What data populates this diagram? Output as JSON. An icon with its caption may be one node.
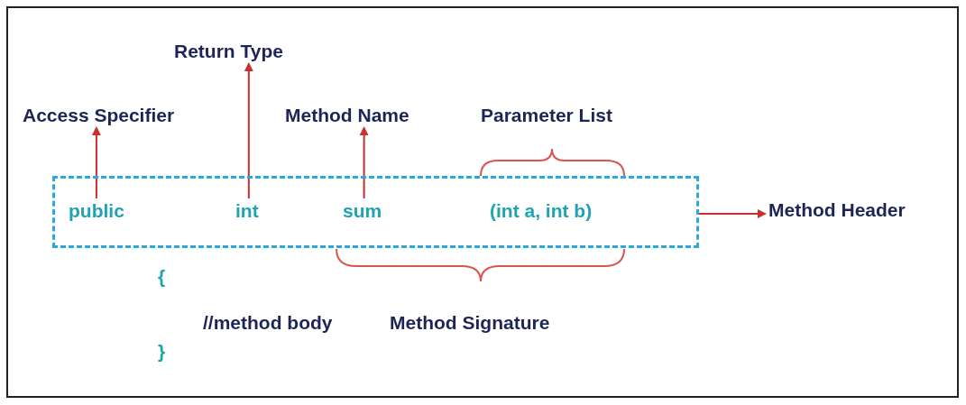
{
  "diagram": {
    "nodes": [
      {
        "text": [],
        "shape": "box"
      },
      {
        "text": [
          "public"
        ],
        "in": 0
      },
      {
        "text": [
          "int"
        ],
        "in": 0
      },
      {
        "text": [
          "sum"
        ],
        "in": 0
      },
      {
        "text": [
          "(int a, int b)"
        ],
        "in": 0
      },
      {
        "text": [
          "Access Specifier"
        ]
      },
      {
        "text": [
          "Return Type"
        ]
      },
      {
        "text": [
          "Method Name"
        ]
      },
      {
        "text": [
          "Method Header"
        ]
      }
    ],
    "edges": [
      {
        "from": 1,
        "to": 5,
        "arrow": "to"
      },
      {
        "from": 2,
        "to": 6,
        "arrow": "to"
      },
      {
        "from": 3,
        "to": 7,
        "arrow": "to"
      },
      {
        "from": 0,
        "to": 8,
        "arrow": "to"
      }
    ],
    "labels": [
      "Parameter List",
      "{",
      "//method body",
      "Method Signature",
      "}"
    ]
  }
}
